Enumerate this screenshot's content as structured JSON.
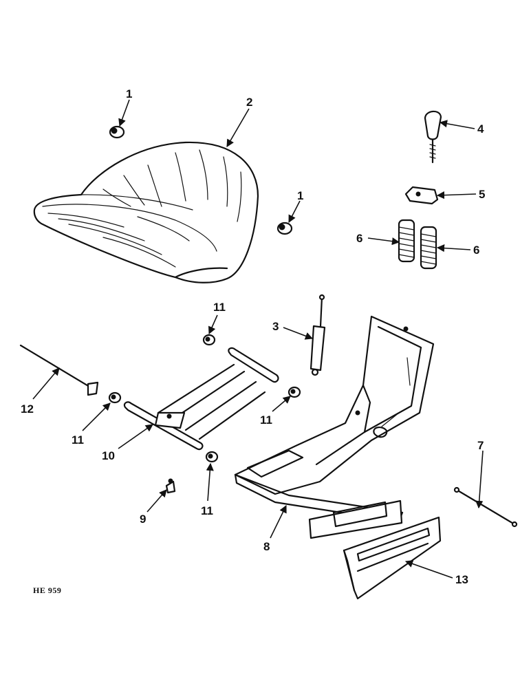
{
  "labels": {
    "l1a": "1",
    "l1b": "1",
    "l2": "2",
    "l3": "3",
    "l4": "4",
    "l5": "5",
    "l6a": "6",
    "l6b": "6",
    "l7": "7",
    "l8": "8",
    "l9": "9",
    "l10": "10",
    "l11a": "11",
    "l11b": "11",
    "l11c": "11",
    "l11d": "11",
    "l12": "12",
    "l13": "13"
  },
  "figure_code": "HE 959"
}
